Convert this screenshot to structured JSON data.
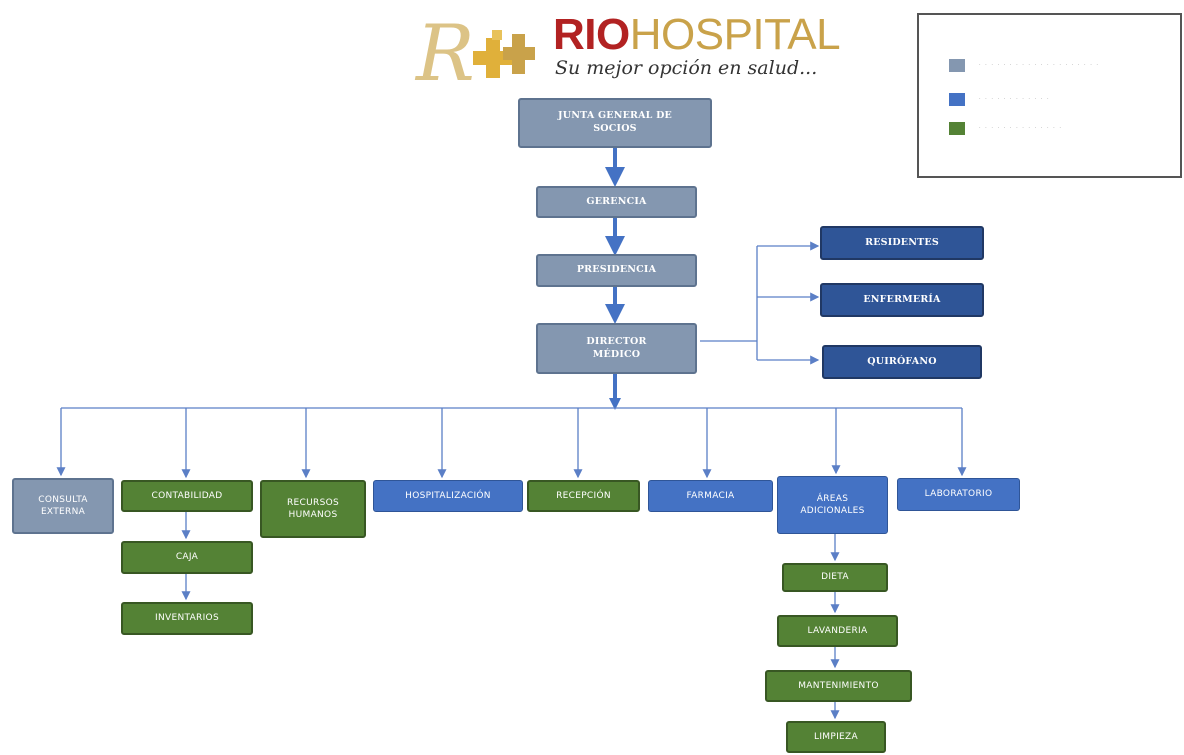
{
  "logo": {
    "brand_bold": "RIO",
    "brand_light": "HOSPITAL",
    "tagline": "Su mejor opción en salud..."
  },
  "legend": {
    "items": [
      {
        "color": "#8497b0",
        "label": "· · · · · · · · · · · · · · · · · · · ·"
      },
      {
        "color": "#4472c4",
        "label": "· · · · · · · · · · · ·"
      },
      {
        "color": "#548235",
        "label": "· · · · · · · · · · · · · ·"
      }
    ]
  },
  "nodes": {
    "junta": "JUNTA GENERAL DE SOCIOS",
    "gerencia": "GERENCIA",
    "presidencia": "PRESIDENCIA",
    "director": "DIRECTOR MÉDICO",
    "residentes": "RESIDENTES",
    "enfermeria": "ENFERMERÍA",
    "quirofano": "QUIRÓFANO",
    "consulta": "CONSULTA EXTERNA",
    "contabilidad": "CONTABILIDAD",
    "caja": "CAJA",
    "inventarios": "INVENTARIOS",
    "rrhh": "RECURSOS HUMANOS",
    "hospitalizacion": "HOSPITALIZACIÓN",
    "recepcion": "RECEPCIÓN",
    "farmacia": "FARMACIA",
    "areas": "ÁREAS ADICIONALES",
    "laboratorio": "LABORATORIO",
    "dieta": "DIETA",
    "lavanderia": "LAVANDERIA",
    "mantenimiento": "MANTENIMIENTO",
    "limpieza": "LIMPIEZA"
  },
  "colors": {
    "admin_gray": "#8497b0",
    "medical_blue": "#4472c4",
    "medical_navy": "#2f5597",
    "support_green": "#548235",
    "connector": "#5b7fc6",
    "logo_gold": "#c9a24a",
    "logo_red": "#b22222"
  }
}
